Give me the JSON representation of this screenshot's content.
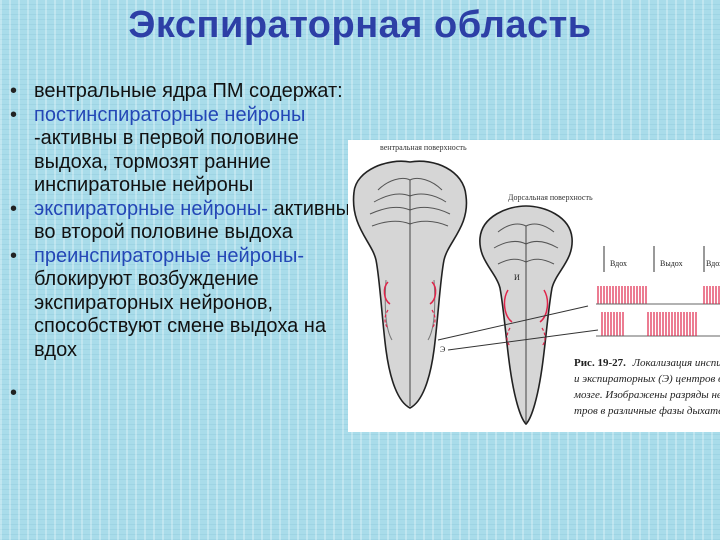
{
  "slide": {
    "title": "Экспираторная область",
    "bullets": [
      {
        "blue": "",
        "text": "вентральные ядра ПМ содержат:"
      },
      {
        "blue": "постинспираторные нейроны",
        "text": " -активны в первой половине выдоха, тормозят ранние инспиратоные нейроны"
      },
      {
        "blue": "экспираторные нейроны-",
        "text": " активны во второй половине выдоха"
      },
      {
        "blue": "преинспираторные нейроны-",
        "text": " блокируют возбуждение экспираторных нейронов, способствуют смене выдоха на вдох"
      },
      {
        "blue": "",
        "text": ""
      }
    ]
  },
  "figure": {
    "label_ventral": "вентральная поверхность",
    "label_dorsal": "Дорсальная поверхность",
    "trace_labels": [
      "Вдох",
      "Выдох",
      "Вдох"
    ],
    "caption_number": "Рис. 19-27.",
    "caption_lines": [
      "Локализация инспи",
      "и экспираторных (Э) центров в",
      "мозге. Изображены разряды нейр",
      "тров в различные фазы дыхательн"
    ],
    "marks": [
      "И",
      "Э"
    ],
    "colors": {
      "title": "#2d3fa6",
      "blue_text": "#2447b6",
      "spike": "#e0244a"
    }
  }
}
